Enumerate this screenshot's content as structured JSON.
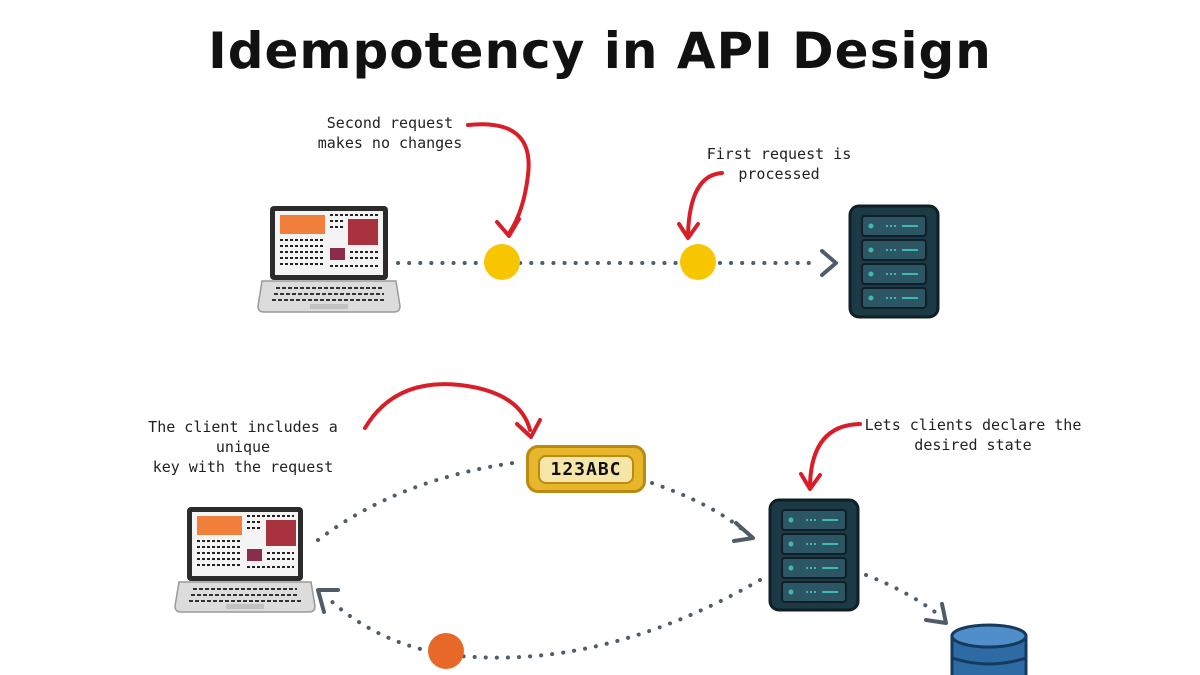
{
  "title": "Idempotency in API Design",
  "annotations": {
    "second_request_line1": "Second request",
    "second_request_line2": "makes no changes",
    "first_request_line1": "First request is",
    "first_request_line2": "processed",
    "client_key_line1": "The client includes a unique",
    "client_key_line2": "key with the request",
    "declare_state_line1": "Lets clients declare the",
    "declare_state_line2": "desired state"
  },
  "idempotency_key": "123ABC",
  "colors": {
    "request_dot": "#f7c600",
    "response_dot": "#e8682a",
    "arrow_red": "#d81e28",
    "connector": "#4f5d69",
    "server_body": "#1c3a45",
    "server_accent": "#3fb8b0",
    "database": "#2e6aa3",
    "key_badge": "#e8b62a"
  }
}
